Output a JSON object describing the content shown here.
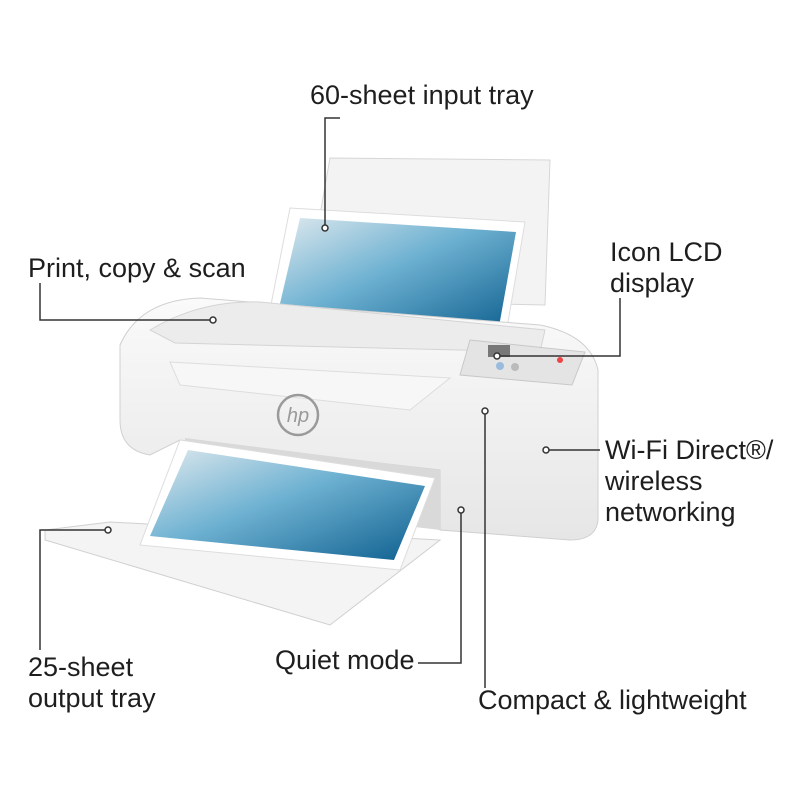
{
  "product": {
    "brand_logo": "hp"
  },
  "callouts": {
    "input_tray": "60-sheet input tray",
    "print_copy_scan": "Print, copy & scan",
    "lcd_line1": "Icon LCD",
    "lcd_line2": "display",
    "wifi_line1": "Wi-Fi Direct®/",
    "wifi_line2": "wireless",
    "wifi_line3": "networking",
    "output_line1": "25-sheet",
    "output_line2": "output tray",
    "quiet_mode": "Quiet mode",
    "compact": "Compact & lightweight"
  },
  "colors": {
    "line": "#333333",
    "text": "#1e1e1e",
    "body": "#f2f2f2",
    "photo": "#2a8fc0"
  }
}
